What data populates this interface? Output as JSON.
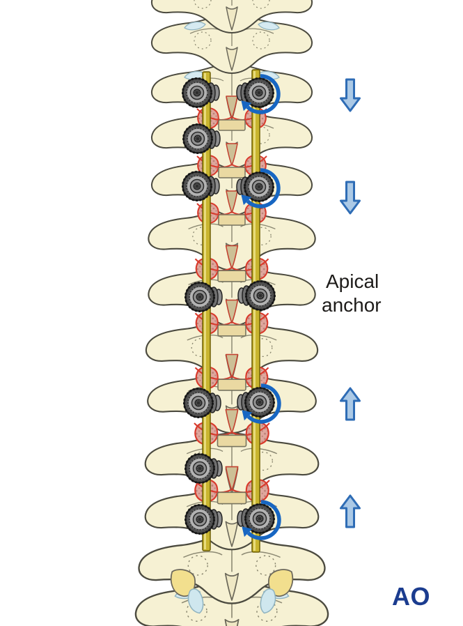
{
  "figure": {
    "description": "Posterior view of a spine instrumented with two rods and pedicle screws; derotation maneuver toward the apical anchor",
    "annotations": {
      "apical_label": {
        "line1": "Apical",
        "line2": "anchor"
      },
      "logo_text": "AO"
    },
    "direction_arrows": [
      {
        "name": "down-arrow-1",
        "direction": "down"
      },
      {
        "name": "down-arrow-2",
        "direction": "down"
      },
      {
        "name": "up-arrow-1",
        "direction": "up"
      },
      {
        "name": "up-arrow-2",
        "direction": "up"
      }
    ],
    "rotation_arrows": [
      {
        "name": "rotation-arrow-1",
        "screw_level": 1
      },
      {
        "name": "rotation-arrow-2",
        "screw_level": 3
      },
      {
        "name": "rotation-arrow-3",
        "screw_level": 5
      },
      {
        "name": "rotation-arrow-4",
        "screw_level": 7
      }
    ],
    "construct": {
      "rods": 2,
      "screw_levels": 7,
      "screws": [
        {
          "level": 1,
          "sides": "left+right"
        },
        {
          "level": 2,
          "sides": "left"
        },
        {
          "level": 3,
          "sides": "left+right"
        },
        {
          "level": 4,
          "sides": "left+right",
          "note": "apical anchor"
        },
        {
          "level": 5,
          "sides": "left+right"
        },
        {
          "level": 6,
          "sides": "left"
        },
        {
          "level": 7,
          "sides": "left+right"
        }
      ]
    },
    "colors": {
      "background": "#ffffff",
      "bone": "#f6f1d3",
      "bone_outline": "#4b4a3f",
      "bone_shadow": "#eae2b8",
      "facet_blue": "#d6eaf1",
      "lumbar_yellow": "#f2df8e",
      "rod_fill": "#c9b52f",
      "rod_edge": "#6d5f05",
      "rod_highlight": "#ece28a",
      "screw_dark": "#4f4f4f",
      "screw_mid": "#b2b2b2",
      "osteotomy_red": "#d93a2c",
      "osteotomy_pink": "#dfa79d",
      "osteotomy_tan": "#ead9a2",
      "rotation_arrow_blue": "#1766c2",
      "direction_arrow_fill": "#abc9e6",
      "direction_arrow_stroke": "#2e6cb5",
      "label_text": "#1d1b19",
      "logo_blue": "#1b3c8f"
    }
  }
}
